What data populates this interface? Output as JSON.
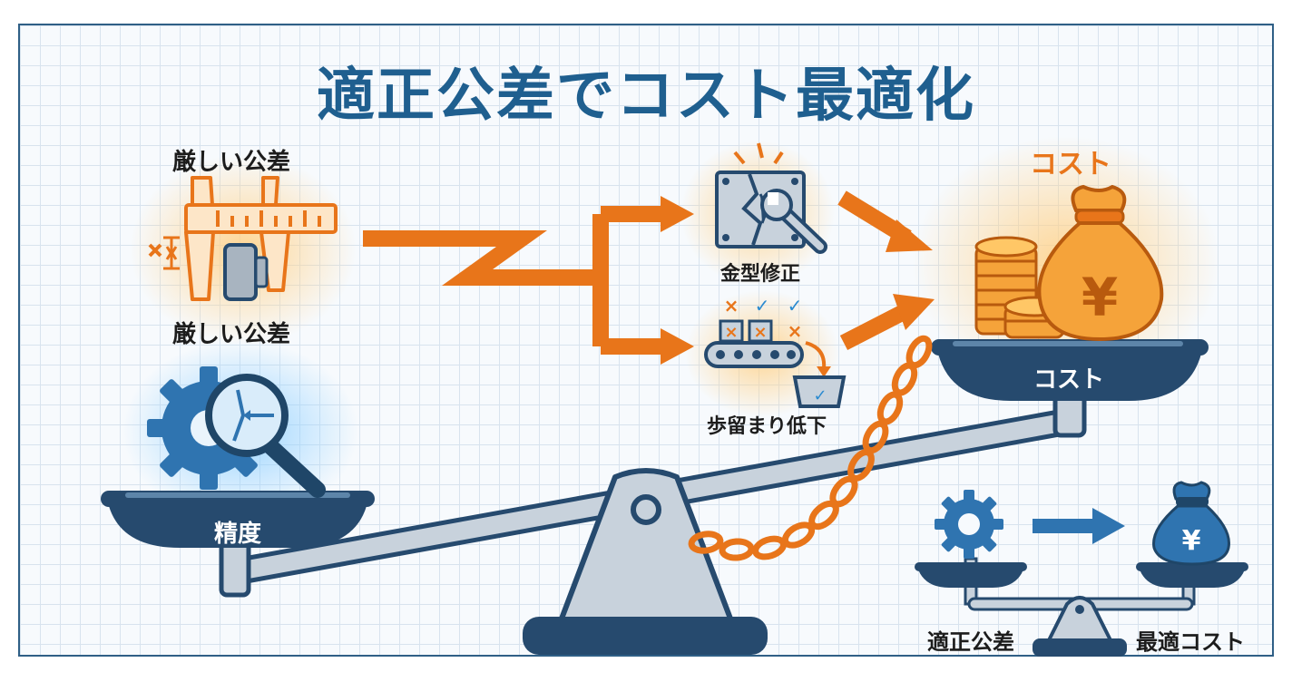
{
  "title": "適正公差でコスト最適化",
  "labels": {
    "strict_tolerance_top": "厳しい公差",
    "strict_tolerance_bottom": "厳しい公差",
    "die_correction": "金型修正",
    "yield_drop": "歩留まり低下",
    "cost_header": "コスト",
    "cost_pan": "コスト",
    "precision_pan": "精度",
    "proper_tolerance": "適正公差",
    "optimal_cost": "最適コスト"
  },
  "icons": {
    "yen": "¥",
    "caliper": "caliper-icon",
    "cracked_die": "cracked-die-icon",
    "wrench": "wrench-icon",
    "conveyor": "conveyor-icon",
    "gear_magnifier": "gear-magnifier-icon",
    "money_bag": "money-bag-icon",
    "chain": "chain-icon"
  },
  "colors": {
    "title_blue": "#1f5f8f",
    "navy": "#264a6e",
    "orange": "#e8751a",
    "steel": "#c8d2dc",
    "grid": "#d8e3ee"
  }
}
